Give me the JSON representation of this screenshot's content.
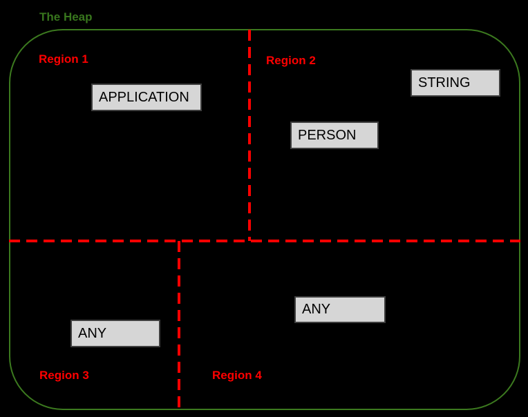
{
  "title": "The Heap",
  "colors": {
    "background": "#000000",
    "heap_outline": "#3c7a1f",
    "heap_title": "#38761d",
    "region_divider": "#ff0000",
    "region_label": "#ff0000",
    "object_box_fill": "#d6d6d6",
    "object_box_border": "#3f3f3f",
    "object_box_text": "#000000"
  },
  "regions": [
    {
      "label": "Region 1"
    },
    {
      "label": "Region 2"
    },
    {
      "label": "Region 3"
    },
    {
      "label": "Region 4"
    }
  ],
  "objects": [
    {
      "label": "APPLICATION",
      "region": "Region 1"
    },
    {
      "label": "STRING",
      "region": "Region 2"
    },
    {
      "label": "PERSON",
      "region": "Region 2"
    },
    {
      "label": "ANY",
      "region": "Region 3"
    },
    {
      "label": "ANY",
      "region": "Region 4"
    }
  ]
}
